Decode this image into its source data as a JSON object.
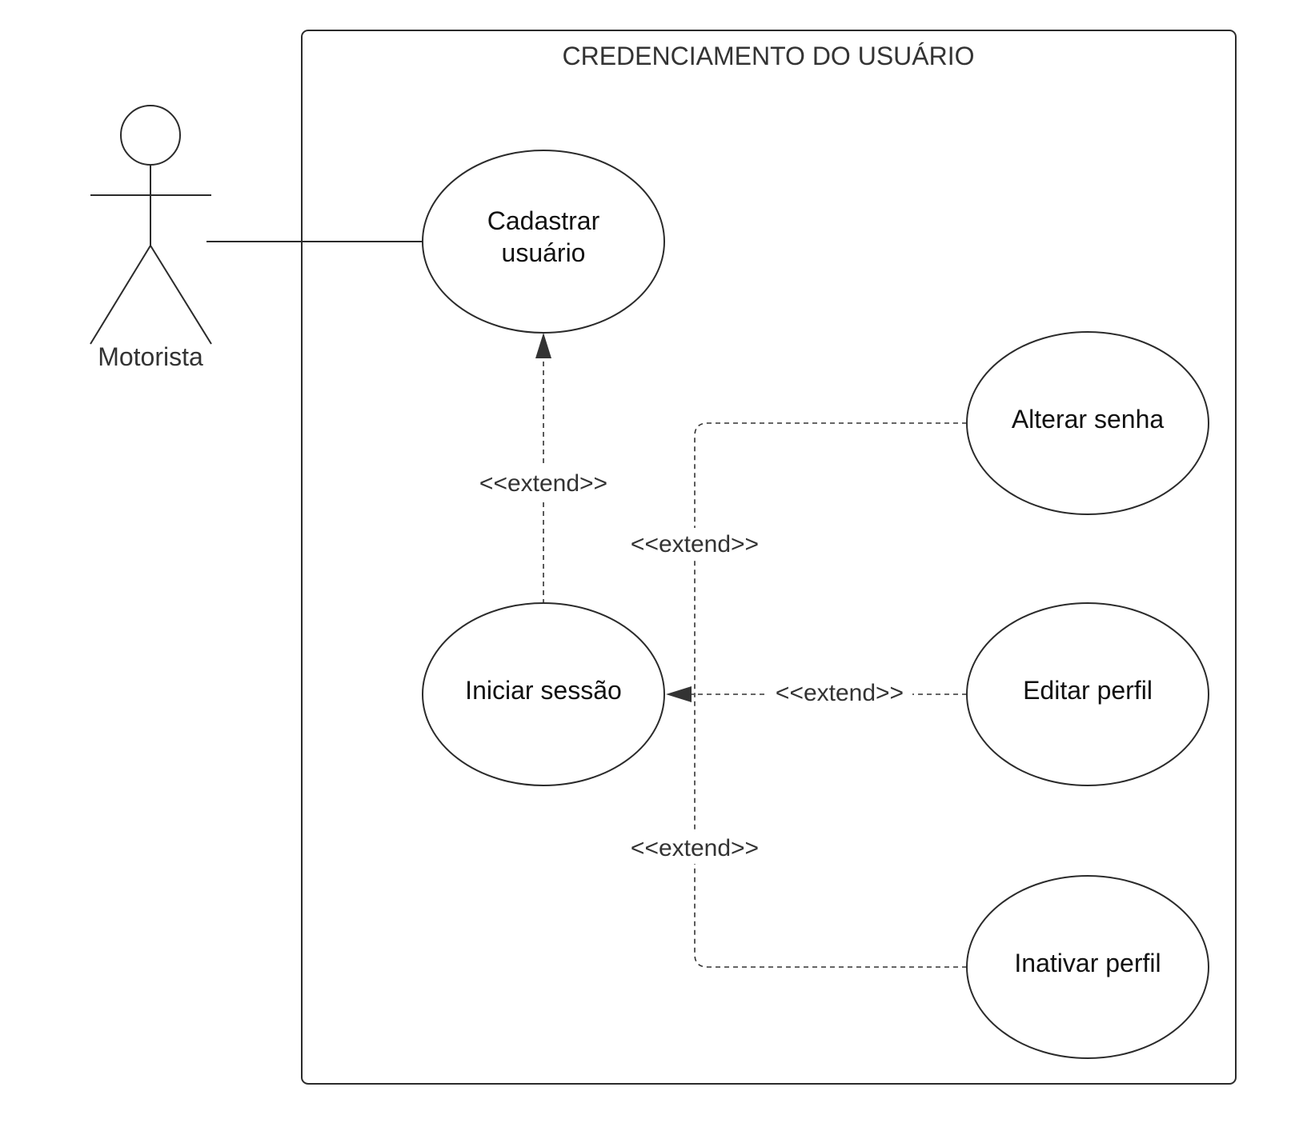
{
  "boundary": {
    "title": "CREDENCIAMENTO DO USUÁRIO"
  },
  "actor": {
    "name": "Motorista"
  },
  "use_cases": {
    "cadastrar": [
      "Cadastrar",
      "usuário"
    ],
    "iniciar": "Iniciar sessão",
    "alterar": "Alterar senha",
    "editar": "Editar perfil",
    "inativar": "Inativar perfil"
  },
  "relations": {
    "extend_iniciar_cadastrar": "<<extend>>",
    "extend_alterar_iniciar": "<<extend>>",
    "extend_editar_iniciar": "<<extend>>",
    "extend_inativar_iniciar": "<<extend>>"
  },
  "colors": {
    "line": "#2b2b2b",
    "text": "#111111"
  }
}
